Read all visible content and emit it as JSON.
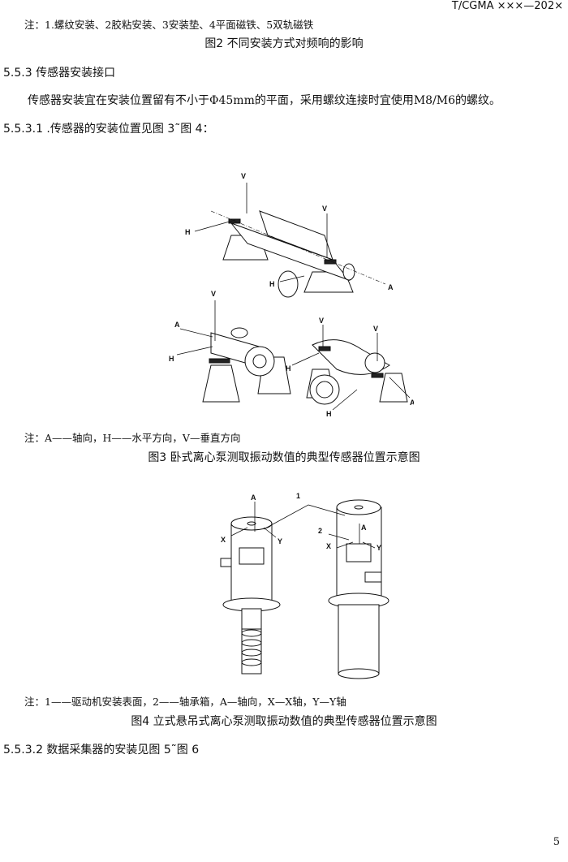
{
  "header": {
    "doc_code": "T/CGMA ×××—202×"
  },
  "fig2": {
    "note": "注：1.螺纹安装、2胶粘安装、3安装垫、4平面磁铁、5双轨磁铁",
    "caption": "图2 不同安装方式对频响的影响"
  },
  "section_553": {
    "heading": "5.5.3   传感器安装接口",
    "paragraph": "传感器安装宜在安装位置留有不小于Φ45mm的平面，采用螺纹连接时宜使用M8/M6的螺纹。"
  },
  "section_5531": {
    "heading": "5.5.3.1   .传感器的安装位置见图 3˜图 4："
  },
  "fig3": {
    "labels": {
      "v": "V",
      "h": "H",
      "a": "A"
    },
    "note": "注：A——轴向，H——水平方向，V—垂直方向",
    "caption": "图3 卧式离心泵测取振动数值的典型传感器位置示意图"
  },
  "fig4": {
    "labels": {
      "one": "1",
      "two": "2",
      "a": "A",
      "x": "X",
      "y": "Y"
    },
    "note": "注：1——驱动机安装表面，2——轴承箱，A—轴向，X—X轴，Y—Y轴",
    "caption": "图4 立式悬吊式离心泵测取振动数值的典型传感器位置示意图"
  },
  "section_5532": {
    "heading": "5.5.3.2   数据采集器的安装见图 5˜图 6"
  },
  "footer": {
    "page_number": "5"
  }
}
